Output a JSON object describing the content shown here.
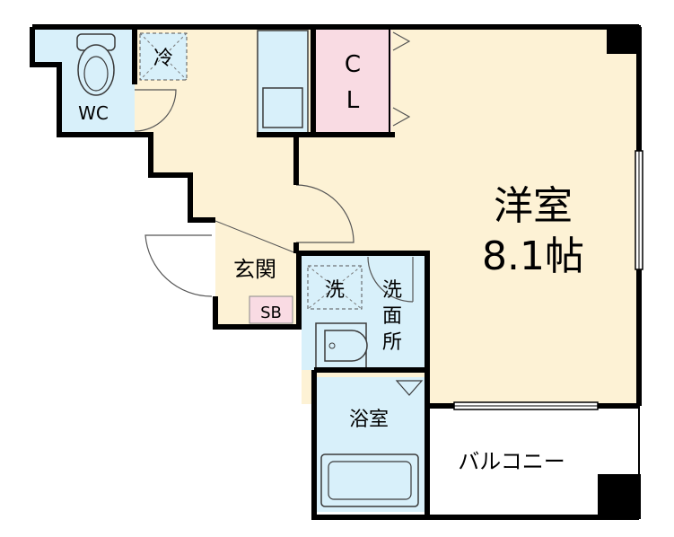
{
  "floorplan": {
    "colors": {
      "wall": "#000000",
      "floor_wood": "#fdf2d5",
      "wet_area": "#d8f0fa",
      "closet": "#f9dbe3",
      "shoebox": "#f9dbe3",
      "balcony": "#ffffff",
      "background": "#ffffff"
    },
    "rooms": {
      "western_room": {
        "label": "洋室",
        "size": "8.1帖"
      },
      "toilet": {
        "label": "WC"
      },
      "closet": {
        "label_top": "C",
        "label_bottom": "L"
      },
      "entrance": {
        "label": "玄関"
      },
      "shoe_box": {
        "label": "SB"
      },
      "refrigerator": {
        "label": "冷"
      },
      "washer": {
        "label": "洗"
      },
      "washroom": {
        "label_line1": "洗",
        "label_line2": "面",
        "label_line3": "所"
      },
      "bathroom": {
        "label": "浴室"
      },
      "balcony": {
        "label": "バルコニー"
      }
    }
  }
}
